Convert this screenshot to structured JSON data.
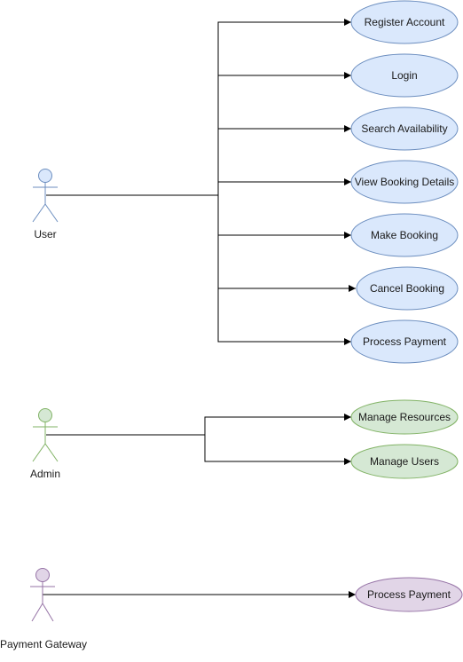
{
  "colors": {
    "blue_fill": "#dae8fc",
    "blue_stroke": "#6c8ebf",
    "green_fill": "#d5e8d4",
    "green_stroke": "#82b366",
    "purple_fill": "#e1d5e7",
    "purple_stroke": "#9673a6",
    "connector": "#000000"
  },
  "actors": {
    "user": "User",
    "admin": "Admin",
    "gateway": "Payment Gateway"
  },
  "use_cases": {
    "user": {
      "register": "Register Account",
      "login": "Login",
      "search": "Search Availability",
      "view": "View Booking Details",
      "make": "Make Booking",
      "cancel": "Cancel Booking",
      "payment": "Process Payment"
    },
    "admin": {
      "resources": "Manage Resources",
      "users": "Manage Users"
    },
    "gateway": {
      "payment": "Process Payment"
    }
  }
}
